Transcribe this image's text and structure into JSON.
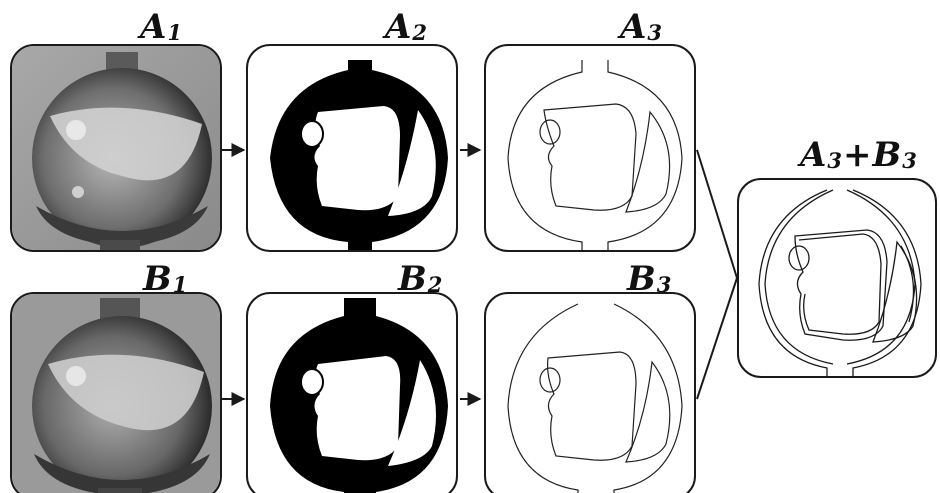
{
  "labels": {
    "a1": {
      "letter": "A",
      "sub": "1"
    },
    "a2": {
      "letter": "A",
      "sub": "2"
    },
    "a3": {
      "letter": "A",
      "sub": "3"
    },
    "b1": {
      "letter": "B",
      "sub": "1"
    },
    "b2": {
      "letter": "B",
      "sub": "2"
    },
    "b3": {
      "letter": "B",
      "sub": "3"
    },
    "combined": {
      "letter_a": "A",
      "sub_a": "3",
      "plus": "+",
      "letter_b": "B",
      "sub_b": "3"
    }
  },
  "colors": {
    "stroke": "#1a1a1a",
    "photo_bg": "#9a9a9a",
    "mask": "#000000"
  },
  "icons": [
    "arrow-right-icon"
  ]
}
